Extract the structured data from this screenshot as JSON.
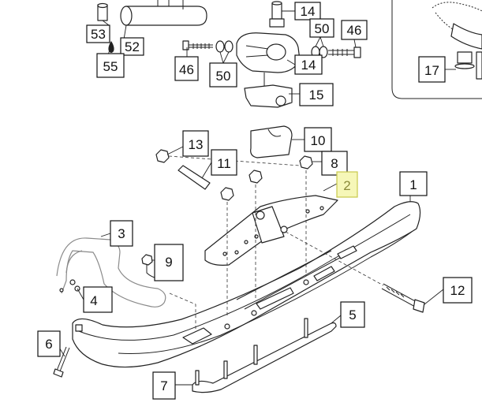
{
  "callouts": [
    {
      "id": "c53",
      "label": "53"
    },
    {
      "id": "c52",
      "label": "52"
    },
    {
      "id": "c55",
      "label": "55"
    },
    {
      "id": "c46a",
      "label": "46"
    },
    {
      "id": "c50a",
      "label": "50"
    },
    {
      "id": "c14a",
      "label": "14"
    },
    {
      "id": "c50b",
      "label": "50"
    },
    {
      "id": "c46b",
      "label": "46"
    },
    {
      "id": "c14b",
      "label": "14"
    },
    {
      "id": "c15",
      "label": "15"
    },
    {
      "id": "c17",
      "label": "17"
    },
    {
      "id": "c13",
      "label": "13"
    },
    {
      "id": "c10",
      "label": "10"
    },
    {
      "id": "c11",
      "label": "11"
    },
    {
      "id": "c8",
      "label": "8"
    },
    {
      "id": "c2",
      "label": "2",
      "highlight": true
    },
    {
      "id": "c1",
      "label": "1"
    },
    {
      "id": "c3",
      "label": "3"
    },
    {
      "id": "c9",
      "label": "9"
    },
    {
      "id": "c4",
      "label": "4"
    },
    {
      "id": "c12",
      "label": "12"
    },
    {
      "id": "c5",
      "label": "5"
    },
    {
      "id": "c6",
      "label": "6"
    },
    {
      "id": "c7",
      "label": "7"
    }
  ],
  "colors": {
    "highlight_fill": "#f6f7b8",
    "highlight_text": "#8a8a3a",
    "line": "#222222"
  }
}
